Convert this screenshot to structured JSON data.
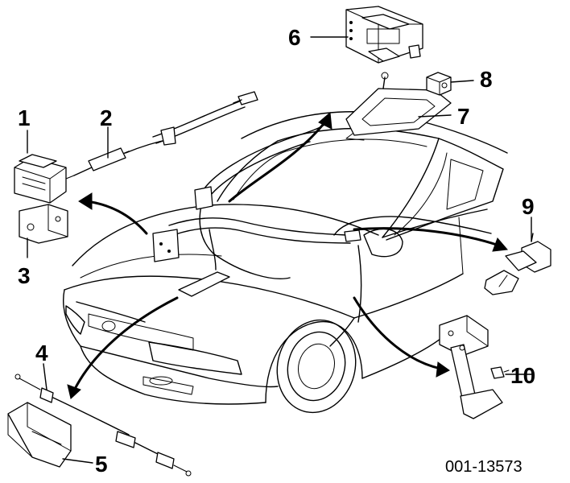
{
  "callouts": [
    "1",
    "2",
    "3",
    "4",
    "5",
    "6",
    "7",
    "8",
    "9",
    "10"
  ],
  "figure_code": "001-13573"
}
